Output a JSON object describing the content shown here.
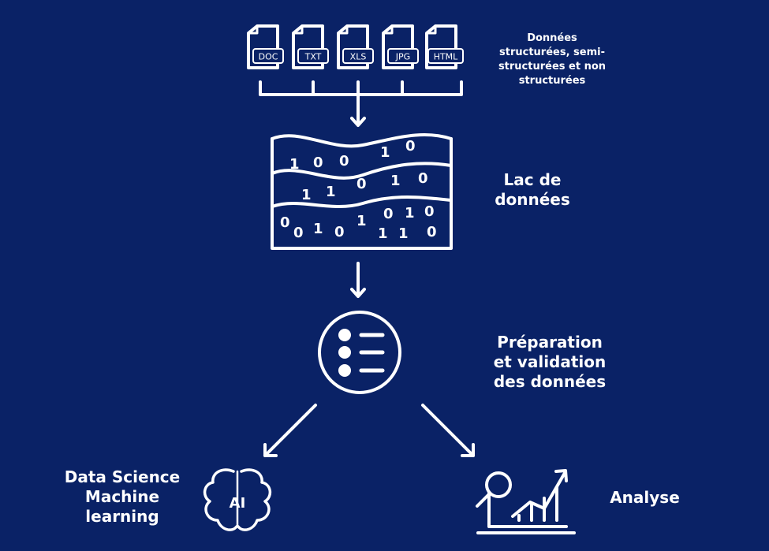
{
  "colors": {
    "background": "#0a2266",
    "foreground": "#ffffff"
  },
  "file_types": [
    "DOC",
    "TXT",
    "XLS",
    "JPG",
    "HTML"
  ],
  "labels": {
    "sources": [
      "Données",
      "structurées, semi-",
      "structurées et non",
      "structurées"
    ],
    "lake": [
      "Lac de",
      "données"
    ],
    "preparation": [
      "Préparation",
      "et validation",
      "des données"
    ],
    "data_science": [
      "Data Science",
      "Machine",
      "learning"
    ],
    "analyse": [
      "Analyse"
    ]
  },
  "lake_digits": {
    "row1": [
      "1",
      "0",
      "0",
      "1",
      "0"
    ],
    "row2": [
      "1",
      "1",
      "0",
      "1",
      "0"
    ],
    "row3": [
      "0",
      "0",
      "1",
      "0",
      "1",
      "0",
      "1",
      "0",
      "1",
      "1",
      "0"
    ]
  },
  "ai_icon_text": "AI",
  "icons": {
    "file": "file-icon",
    "lake": "data-lake-icon",
    "list": "list-icon",
    "brain": "brain-ai-icon",
    "analytics": "analytics-chart-icon"
  }
}
